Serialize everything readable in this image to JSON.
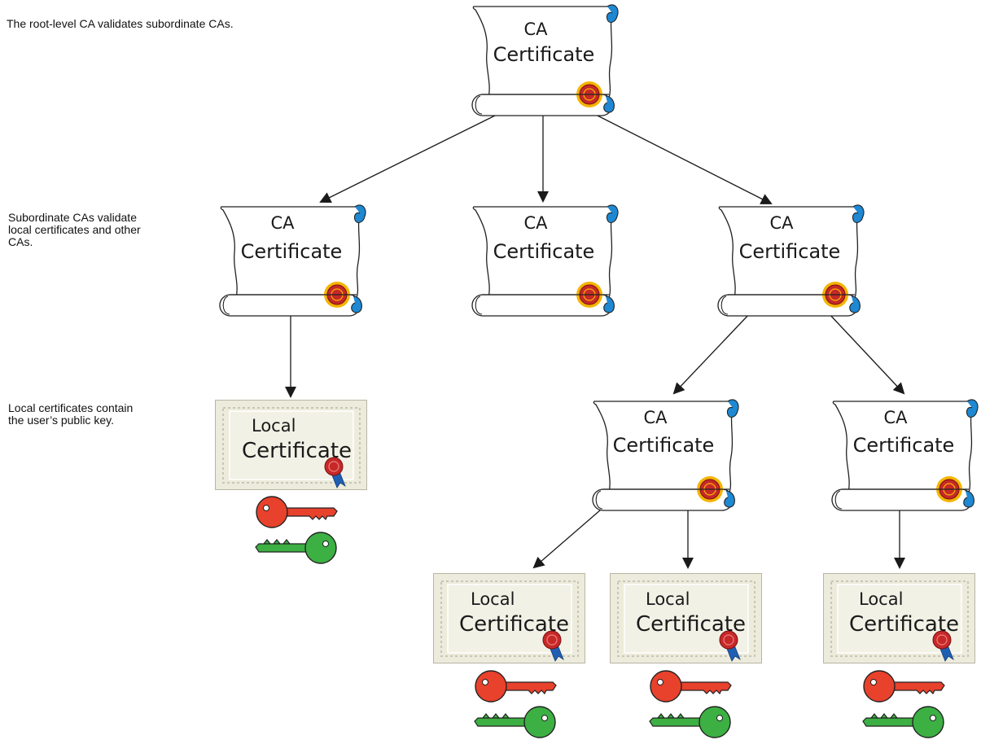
{
  "captions": {
    "root": "The root-level CA validates subordinate CAs.",
    "subordinate": "Subordinate CAs validate\nlocal certificates and other\nCAs.",
    "local": "Local certificates contain\nthe user’s public key."
  },
  "ca_certificate": {
    "line1": "CA",
    "line2": "Certificate"
  },
  "local_certificate": {
    "line1": "Local",
    "line2": "Certificate"
  },
  "colors": {
    "scroll_fill": "#ffffff",
    "scroll_curl": "#1e88d2",
    "seal": "#c62828",
    "seal_rays": "#f5b400",
    "local_cert_fill": "#ecebdc",
    "ribbon": "#1f5fb3",
    "wax_seal": "#c62828",
    "private_key": "#e8412c",
    "public_key": "#3cb043",
    "arrow": "#1a1a1a"
  },
  "icons": [
    "ca-certificate-scroll-icon",
    "local-certificate-icon",
    "private-key-icon",
    "public-key-icon"
  ]
}
